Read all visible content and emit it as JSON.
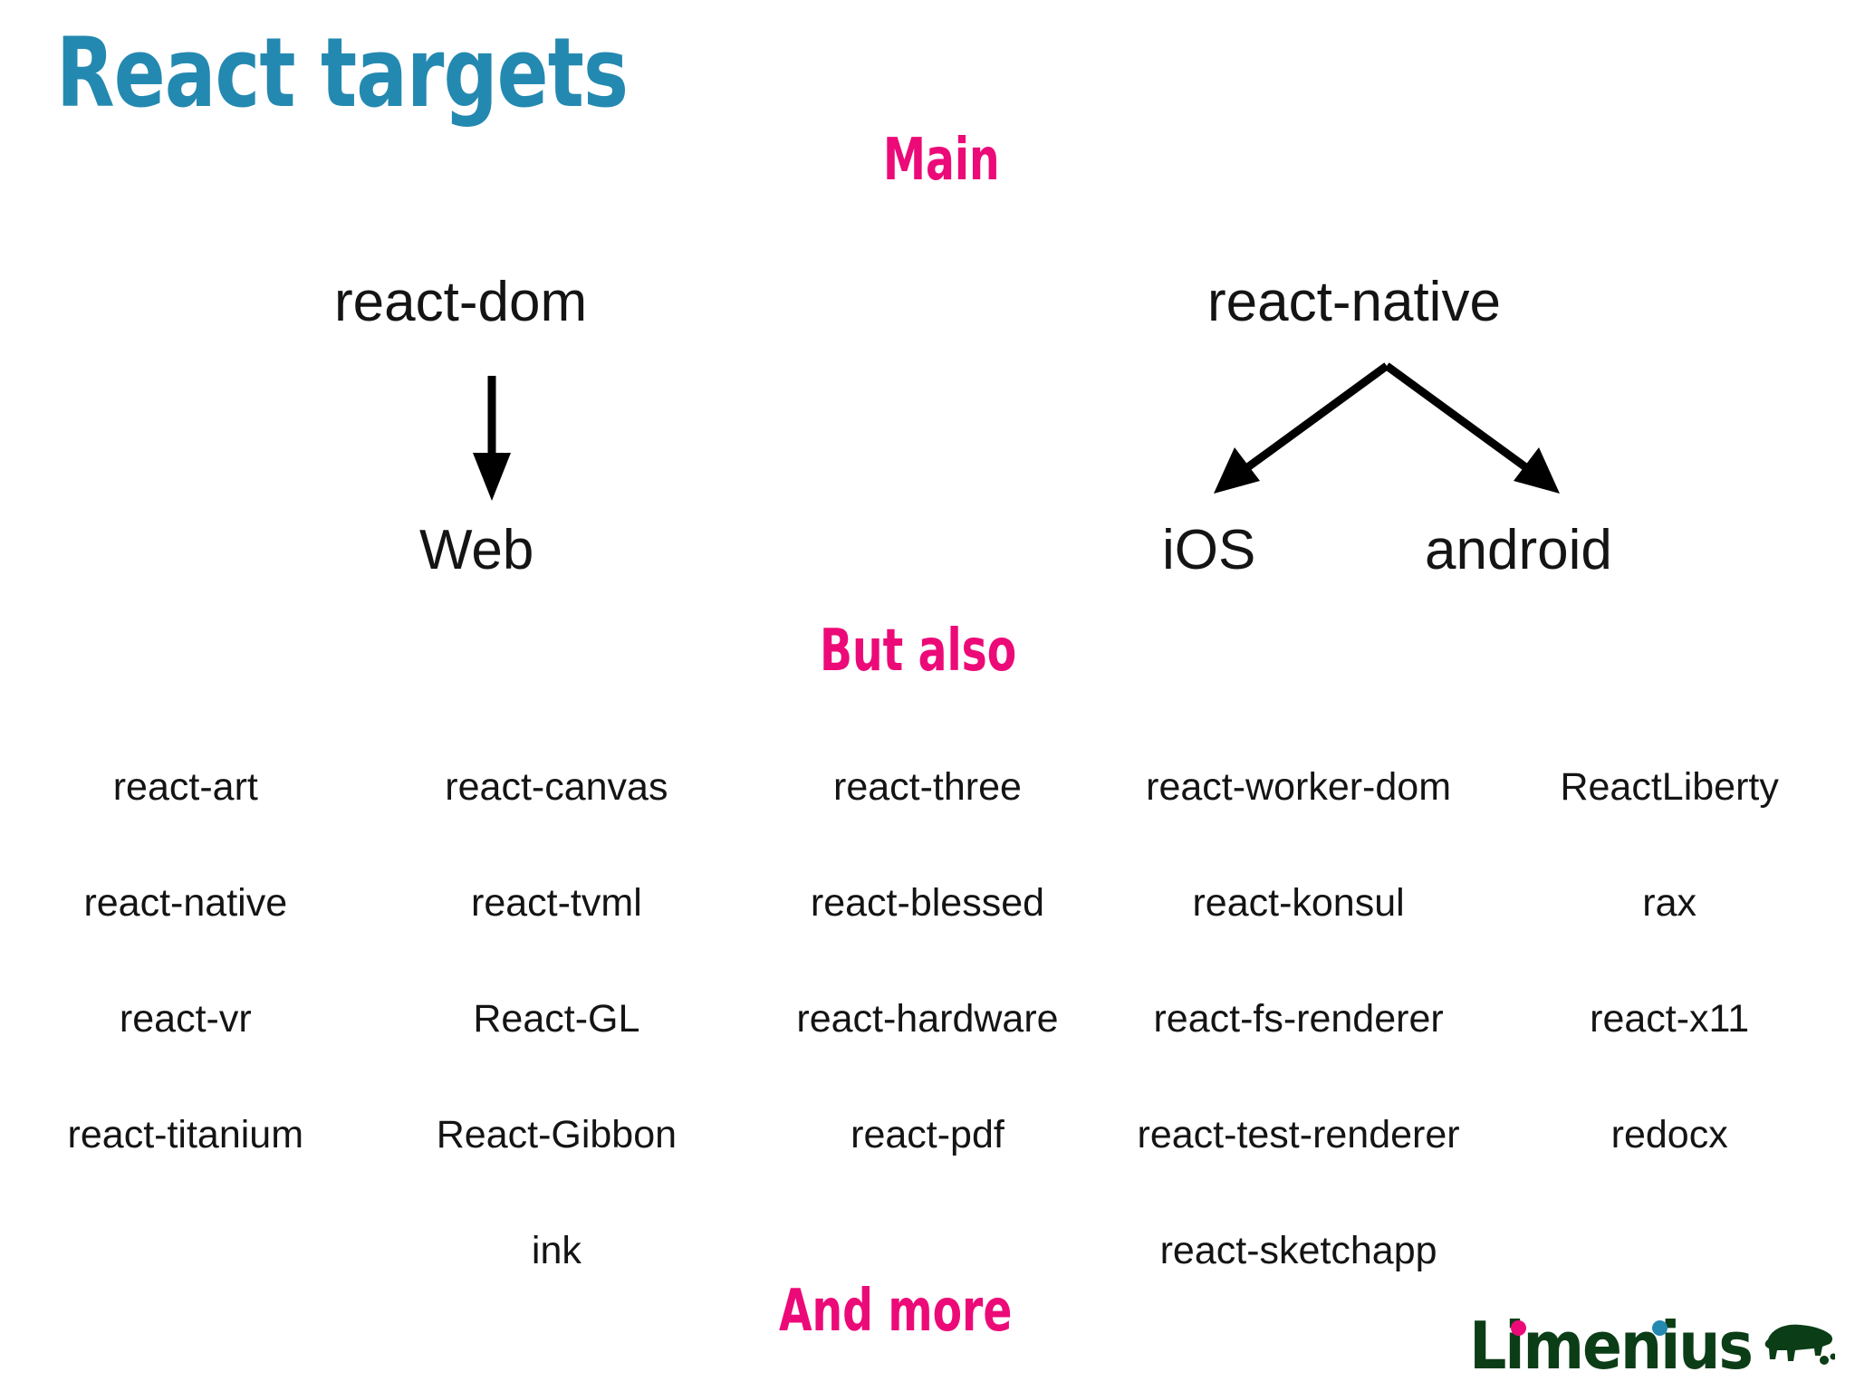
{
  "slide": {
    "title": "React targets",
    "title_color": "#2489b0",
    "accent_color": "#ec0a78",
    "text_color": "#141414",
    "background": "#ffffff"
  },
  "sections": {
    "main": {
      "heading": "Main",
      "left_branch": {
        "source": "react-dom",
        "arrow": "down-arrow-icon",
        "targets": [
          "Web"
        ]
      },
      "right_branch": {
        "source": "react-native",
        "arrow": "branching-arrows-icon",
        "targets": [
          "iOS",
          "android"
        ]
      }
    },
    "but_also": {
      "heading": "But also",
      "columns": 5,
      "rows": [
        [
          "react-art",
          "react-canvas",
          "react-three",
          "react-worker-dom",
          "ReactLiberty"
        ],
        [
          "react-native",
          "react-tvml",
          "react-blessed",
          "react-konsul",
          "rax"
        ],
        [
          "react-vr",
          "React-GL",
          "react-hardware",
          "react-fs-renderer",
          "react-x11"
        ],
        [
          "react-titanium",
          "React-Gibbon",
          "react-pdf",
          "react-test-renderer",
          "redocx"
        ],
        [
          "",
          "ink",
          "",
          "react-sketchapp",
          ""
        ]
      ]
    },
    "and_more": {
      "heading": "And more"
    }
  },
  "logo": {
    "name": "Limenius",
    "text_color": "#0b3d16",
    "dot_colors": [
      "#ec0a78",
      "#2489b0"
    ],
    "mark": "bison-icon"
  }
}
